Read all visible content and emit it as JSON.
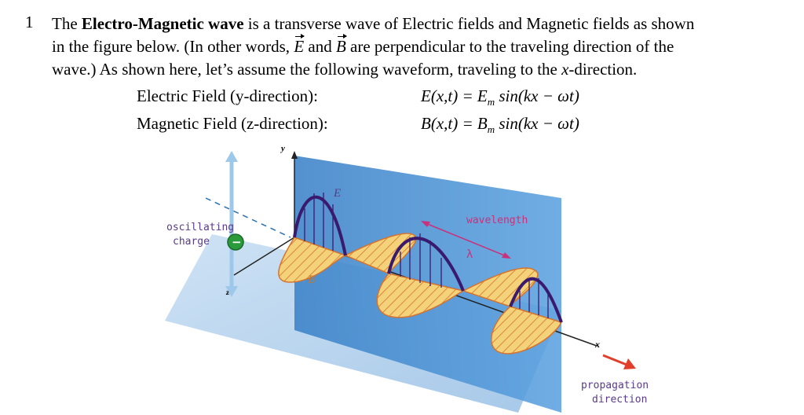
{
  "question": {
    "number": "1",
    "line1_pre": "The ",
    "line1_bold": "Electro-Magnetic wave",
    "line1_post": " is a transverse wave of Electric fields and Magnetic fields as shown",
    "line2_pre": "in the figure below. (In other words, ",
    "E_symbol": "E",
    "and_word": " and ",
    "B_symbol": "B",
    "line2_post": " are perpendicular to the traveling direction of the",
    "line3_pre": "wave.)  As shown here, let’s assume the following waveform, traveling to the ",
    "line3_x": "x",
    "line3_post": "-direction."
  },
  "fields": {
    "electric_label": "Electric Field (y-direction):",
    "electric_eq_lhs": "E(x,t) = E",
    "electric_eq_sub": "m",
    "electric_eq_rhs": " sin(kx − ωt)",
    "magnetic_label": "Magnetic Field (z-direction):",
    "magnetic_eq_lhs": "B(x,t) = B",
    "magnetic_eq_sub": "m",
    "magnetic_eq_rhs": " sin(kx − ωt)"
  },
  "figure": {
    "y_axis": "y",
    "z_axis": "z",
    "x_axis": "x",
    "E_label": "E",
    "B_label": "B",
    "wavelength": "wavelength",
    "lambda": "λ",
    "oscillating": "oscillating",
    "charge": "charge",
    "propagation": "propagation",
    "direction": "direction",
    "charge_sign": "−",
    "colors": {
      "plane_blue": "#4a90d0",
      "e_wave": "#3a1a6e",
      "b_fill": "#f0c860",
      "b_hatch": "#d06a2a",
      "label_pink": "#c8327a",
      "label_purple": "#5a3a8a",
      "charge_green": "#2a9a3a",
      "arrow_red": "#e0402a"
    }
  }
}
